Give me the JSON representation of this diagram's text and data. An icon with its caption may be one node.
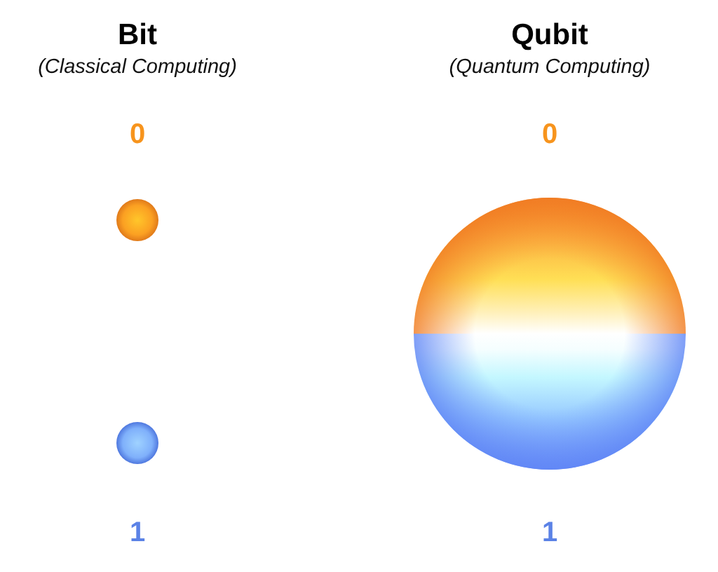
{
  "diagram": {
    "labels": [
      "Bit",
      "Qubit",
      "(Classical Computing)",
      "(Quantum Computing)",
      "0",
      "0",
      "1",
      "1"
    ]
  }
}
